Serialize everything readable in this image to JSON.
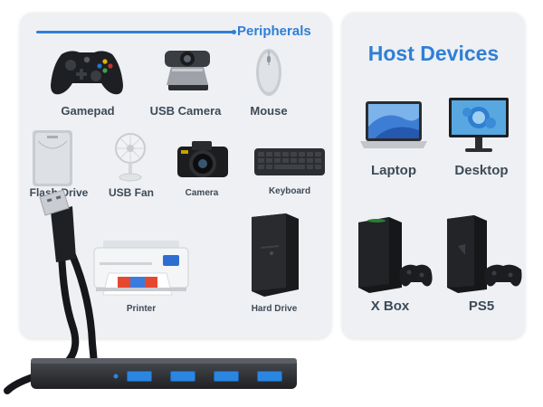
{
  "peripherals": {
    "title": "Peripherals",
    "items": [
      {
        "label": "Gamepad",
        "icon": "gamepad-icon"
      },
      {
        "label": "USB Camera",
        "icon": "projector-camera-icon"
      },
      {
        "label": "Mouse",
        "icon": "mouse-icon"
      },
      {
        "label": "Flash Drive",
        "icon": "flash-drive-icon"
      },
      {
        "label": "USB Fan",
        "icon": "fan-icon"
      },
      {
        "label": "Camera",
        "icon": "camera-icon"
      },
      {
        "label": "Keyboard",
        "icon": "keyboard-icon"
      },
      {
        "label": "Printer",
        "icon": "printer-icon"
      },
      {
        "label": "Hard Drive",
        "icon": "hard-drive-icon"
      }
    ]
  },
  "host_devices": {
    "title": "Host Devices",
    "items": [
      {
        "label": "Laptop",
        "icon": "laptop-icon"
      },
      {
        "label": "Desktop",
        "icon": "desktop-icon"
      },
      {
        "label": "X Box",
        "icon": "xbox-console-icon"
      },
      {
        "label": "PS5",
        "icon": "ps5-console-icon"
      }
    ]
  },
  "colors": {
    "accent": "#2f7fd6",
    "panel": "#eef0f3",
    "label": "#3d4a58",
    "usb_port": "#2a86e0"
  }
}
